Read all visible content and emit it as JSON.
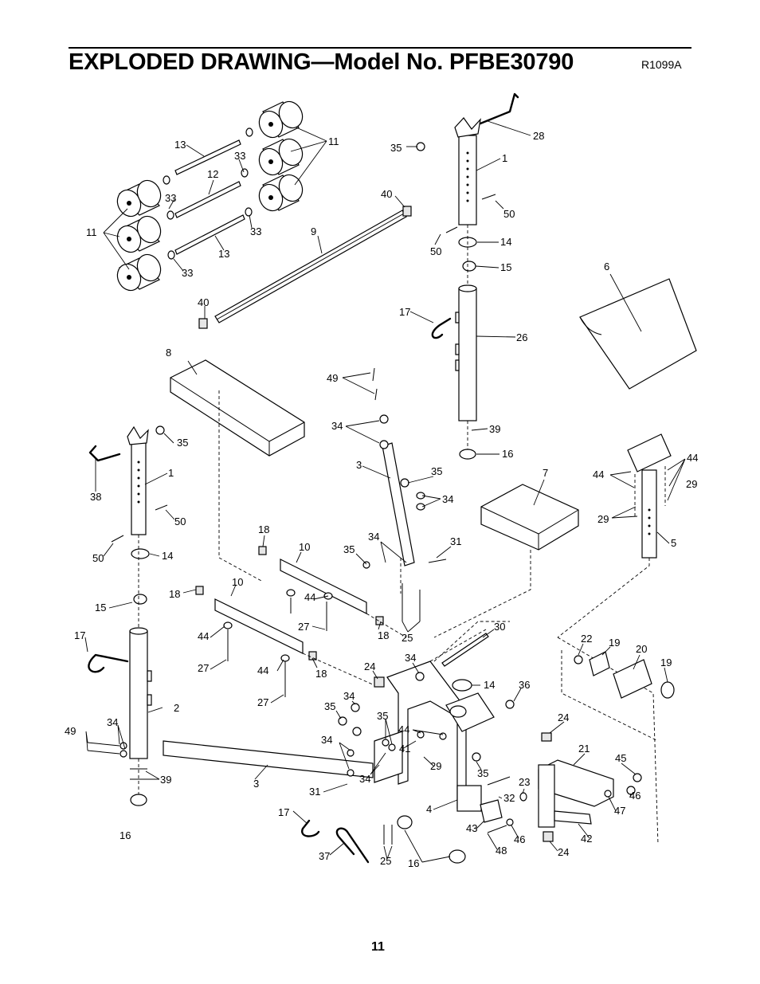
{
  "header": {
    "title": "EXPLODED DRAWING—Model No. PFBE30790",
    "drawing_code": "R1099A"
  },
  "footer": {
    "page_number": "11"
  },
  "callouts": [
    {
      "id": "c13a",
      "text": "13"
    },
    {
      "id": "c33a",
      "text": "33"
    },
    {
      "id": "c11a",
      "text": "11"
    },
    {
      "id": "c12",
      "text": "12"
    },
    {
      "id": "c33b",
      "text": "33"
    },
    {
      "id": "c11b",
      "text": "11"
    },
    {
      "id": "c33c",
      "text": "33"
    },
    {
      "id": "c13b",
      "text": "13"
    },
    {
      "id": "c33d",
      "text": "33"
    },
    {
      "id": "c9",
      "text": "9"
    },
    {
      "id": "c40a",
      "text": "40"
    },
    {
      "id": "c40b",
      "text": "40"
    },
    {
      "id": "c35a",
      "text": "35"
    },
    {
      "id": "c28",
      "text": "28"
    },
    {
      "id": "c1a",
      "text": "1"
    },
    {
      "id": "c50a",
      "text": "50"
    },
    {
      "id": "c50b",
      "text": "50"
    },
    {
      "id": "c14a",
      "text": "14"
    },
    {
      "id": "c15a",
      "text": "15"
    },
    {
      "id": "c6",
      "text": "6"
    },
    {
      "id": "c17a",
      "text": "17"
    },
    {
      "id": "c26",
      "text": "26"
    },
    {
      "id": "c8",
      "text": "8"
    },
    {
      "id": "c49a",
      "text": "49"
    },
    {
      "id": "c34a",
      "text": "34"
    },
    {
      "id": "c39a",
      "text": "39"
    },
    {
      "id": "c16a",
      "text": "16"
    },
    {
      "id": "c44a",
      "text": "44"
    },
    {
      "id": "c44b",
      "text": "44"
    },
    {
      "id": "c35b",
      "text": "35"
    },
    {
      "id": "c3a",
      "text": "3"
    },
    {
      "id": "c35c",
      "text": "35"
    },
    {
      "id": "c34b",
      "text": "34"
    },
    {
      "id": "c7",
      "text": "7"
    },
    {
      "id": "c29a",
      "text": "29"
    },
    {
      "id": "c29b",
      "text": "29"
    },
    {
      "id": "c1b",
      "text": "1"
    },
    {
      "id": "c38",
      "text": "38"
    },
    {
      "id": "c50c",
      "text": "50"
    },
    {
      "id": "c50d",
      "text": "50"
    },
    {
      "id": "c5",
      "text": "5"
    },
    {
      "id": "c18a",
      "text": "18"
    },
    {
      "id": "c10a",
      "text": "10"
    },
    {
      "id": "c34c",
      "text": "34"
    },
    {
      "id": "c35d",
      "text": "35"
    },
    {
      "id": "c31a",
      "text": "31"
    },
    {
      "id": "c14b",
      "text": "14"
    },
    {
      "id": "c18b",
      "text": "18"
    },
    {
      "id": "c10b",
      "text": "10"
    },
    {
      "id": "c44c",
      "text": "44"
    },
    {
      "id": "c15b",
      "text": "15"
    },
    {
      "id": "c27a",
      "text": "27"
    },
    {
      "id": "c18c",
      "text": "18"
    },
    {
      "id": "c25a",
      "text": "25"
    },
    {
      "id": "c30",
      "text": "30"
    },
    {
      "id": "c17b",
      "text": "17"
    },
    {
      "id": "c44d",
      "text": "44"
    },
    {
      "id": "c22",
      "text": "22"
    },
    {
      "id": "c19a",
      "text": "19"
    },
    {
      "id": "c20",
      "text": "20"
    },
    {
      "id": "c19b",
      "text": "19"
    },
    {
      "id": "c34d",
      "text": "34"
    },
    {
      "id": "c27b",
      "text": "27"
    },
    {
      "id": "c44e",
      "text": "44"
    },
    {
      "id": "c18d",
      "text": "18"
    },
    {
      "id": "c24a",
      "text": "24"
    },
    {
      "id": "c14c",
      "text": "14"
    },
    {
      "id": "c36",
      "text": "36"
    },
    {
      "id": "c27c",
      "text": "27"
    },
    {
      "id": "c34e",
      "text": "34"
    },
    {
      "id": "c2",
      "text": "2"
    },
    {
      "id": "c35e",
      "text": "35"
    },
    {
      "id": "c34f",
      "text": "34"
    },
    {
      "id": "c35f",
      "text": "35"
    },
    {
      "id": "c24b",
      "text": "24"
    },
    {
      "id": "c49b",
      "text": "49"
    },
    {
      "id": "c44f",
      "text": "44"
    },
    {
      "id": "c34g",
      "text": "34"
    },
    {
      "id": "c41",
      "text": "41"
    },
    {
      "id": "c21",
      "text": "21"
    },
    {
      "id": "c39b",
      "text": "39"
    },
    {
      "id": "c3b",
      "text": "3"
    },
    {
      "id": "c34h",
      "text": "34"
    },
    {
      "id": "c29c",
      "text": "29"
    },
    {
      "id": "c35g",
      "text": "35"
    },
    {
      "id": "c45",
      "text": "45"
    },
    {
      "id": "c31b",
      "text": "31"
    },
    {
      "id": "c23",
      "text": "23"
    },
    {
      "id": "c46a",
      "text": "46"
    },
    {
      "id": "c4",
      "text": "4"
    },
    {
      "id": "c32",
      "text": "32"
    },
    {
      "id": "c47",
      "text": "47"
    },
    {
      "id": "c17c",
      "text": "17"
    },
    {
      "id": "c43",
      "text": "43"
    },
    {
      "id": "c16b",
      "text": "16"
    },
    {
      "id": "c46b",
      "text": "46"
    },
    {
      "id": "c42",
      "text": "42"
    },
    {
      "id": "c37",
      "text": "37"
    },
    {
      "id": "c25b",
      "text": "25"
    },
    {
      "id": "c48",
      "text": "48"
    },
    {
      "id": "c24c",
      "text": "24"
    },
    {
      "id": "c16c",
      "text": "16"
    }
  ]
}
